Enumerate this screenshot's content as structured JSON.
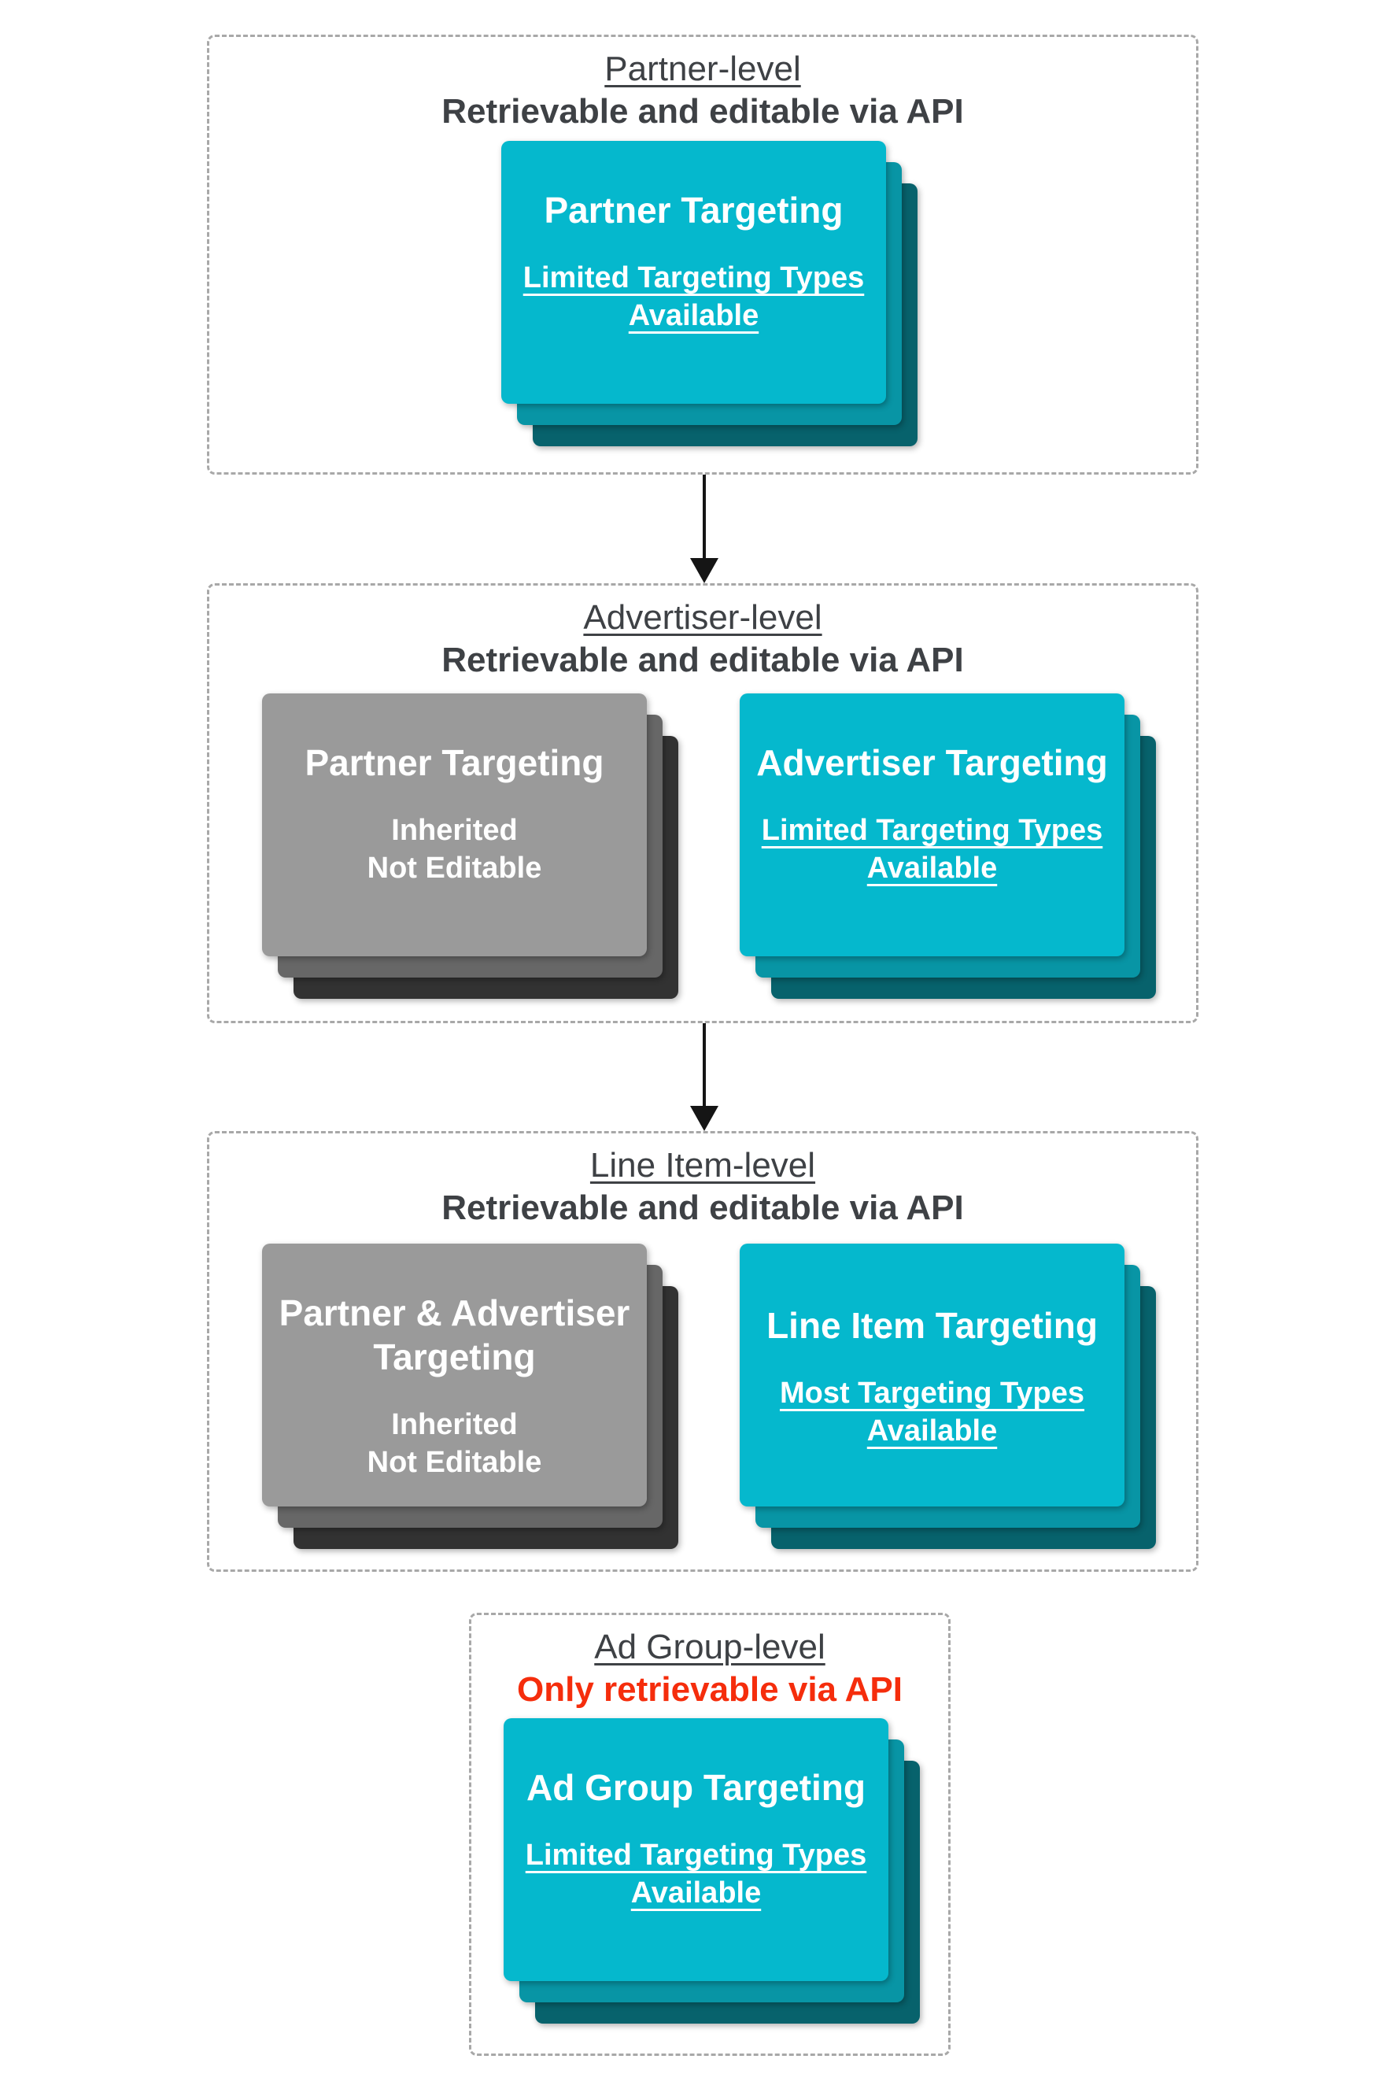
{
  "palette": {
    "background": "#FFFFFF",
    "teal_front": "#05B8CD",
    "teal_mid": "#0895A5",
    "teal_back": "#07626C",
    "gray_front": "#9A9A9A",
    "gray_mid": "#676767",
    "gray_back": "#323232",
    "header_text": "#3E4145",
    "red_text": "#F52D0C",
    "card_text": "#FFFFFF",
    "dashed_border": "#A8A8A8",
    "arrow": "#151515"
  },
  "icons": {
    "flow_arrow": "down-arrow"
  },
  "sections": [
    {
      "title": "Partner-level",
      "subtitle": "Retrievable and editable via API",
      "cards": [
        {
          "style": "teal",
          "title_lines": [
            "Partner Targeting"
          ],
          "subtitle_lines": [
            "Limited Targeting Types",
            "Available"
          ],
          "subtitle_underline": true
        }
      ]
    },
    {
      "title": "Advertiser-level",
      "subtitle": "Retrievable and editable via API",
      "cards": [
        {
          "style": "gray",
          "title_lines": [
            "Partner Targeting"
          ],
          "subtitle_lines": [
            "Inherited",
            "Not Editable"
          ],
          "subtitle_underline": false
        },
        {
          "style": "teal",
          "title_lines": [
            "Advertiser Targeting"
          ],
          "subtitle_lines": [
            "Limited Targeting Types",
            "Available"
          ],
          "subtitle_underline": true
        }
      ]
    },
    {
      "title": "Line Item-level",
      "subtitle": "Retrievable and editable via API",
      "cards": [
        {
          "style": "gray",
          "title_lines": [
            "Partner & Advertiser",
            "Targeting"
          ],
          "subtitle_lines": [
            "Inherited",
            "Not Editable"
          ],
          "subtitle_underline": false
        },
        {
          "style": "teal",
          "title_lines": [
            "Line Item Targeting"
          ],
          "subtitle_lines": [
            "Most Targeting Types",
            "Available"
          ],
          "subtitle_underline": true
        }
      ]
    },
    {
      "title": "Ad Group-level",
      "subtitle": "Only retrievable via API",
      "cards": [
        {
          "style": "teal",
          "title_lines": [
            "Ad Group Targeting"
          ],
          "subtitle_lines": [
            "Limited Targeting Types",
            "Available"
          ],
          "subtitle_underline": true
        }
      ]
    }
  ]
}
